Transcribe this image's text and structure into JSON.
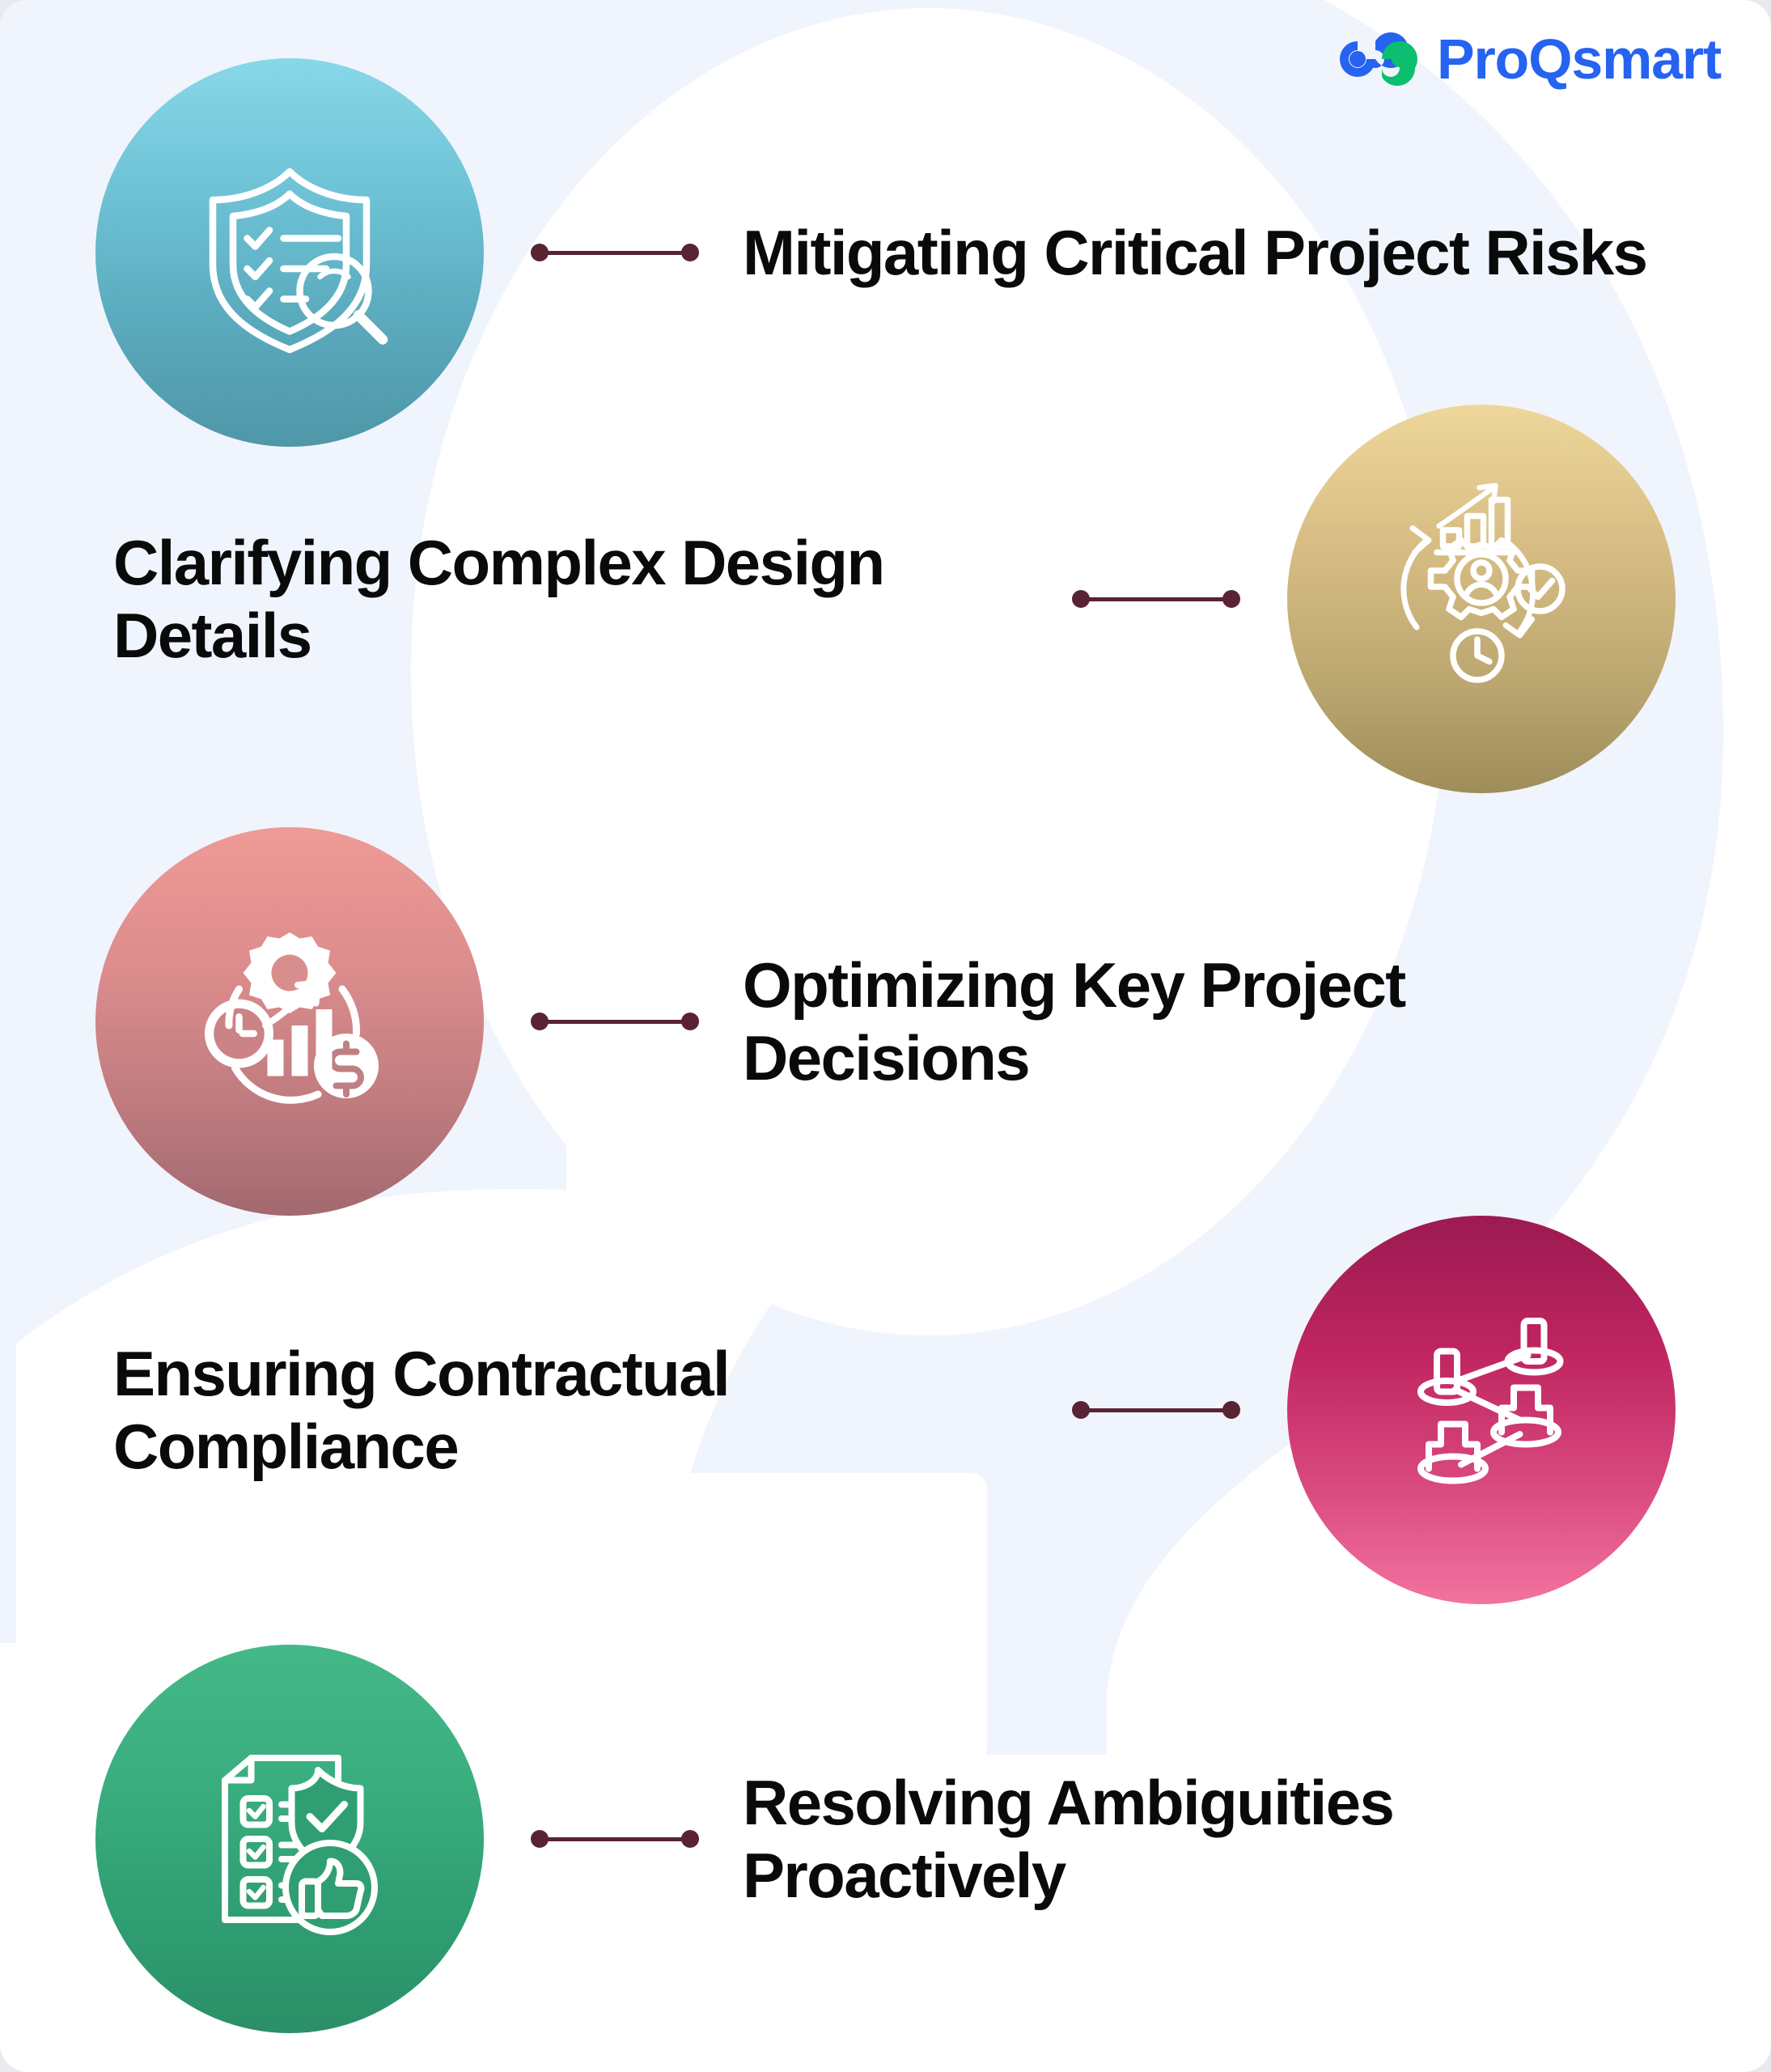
{
  "brand": {
    "name": "ProQsmart",
    "logo_icon": "proqsmart-infinity-rings-icon",
    "logo_blue": "#2563f0",
    "logo_green": "#0bbf6f"
  },
  "theme": {
    "card_background": "#ffffff",
    "page_background": "#e9eaee",
    "watermark_color": "#f0f4fc",
    "connector_color": "#5a2333",
    "label_color": "#0a0a0a"
  },
  "watermark": {
    "shape": "question-mark",
    "label": "question-mark-watermark"
  },
  "items": [
    {
      "id": "mitigating-critical-project-risks",
      "label": "Mitigating Critical Project Risks",
      "icon": "shield-checklist-magnifier-icon",
      "bubble_color": "#6ec2d5",
      "bubble_class": "c-teal",
      "side": "left"
    },
    {
      "id": "clarifying-complex-design-details",
      "label": "Clarifying Complex Design Details",
      "icon": "gear-user-cycle-growth-icon",
      "bubble_color": "#d8be85",
      "bubble_class": "c-gold",
      "side": "right"
    },
    {
      "id": "optimizing-key-project-decisions",
      "label": "Optimizing Key Project Decisions",
      "icon": "gear-clock-chart-dollar-icon",
      "bubble_color": "#dd8d8d",
      "bubble_class": "c-rose",
      "side": "left"
    },
    {
      "id": "ensuring-contractual-compliance",
      "label": "Ensuring Contractual Compliance",
      "icon": "network-nodes-icon",
      "bubble_color": "#bf2560",
      "bubble_class": "c-magenta",
      "side": "right"
    },
    {
      "id": "resolving-ambiguities-proactively",
      "label": "Resolving Ambiguities Proactively",
      "icon": "checklist-shield-thumbsup-icon",
      "bubble_color": "#3aae7f",
      "bubble_class": "c-green",
      "side": "left"
    }
  ]
}
